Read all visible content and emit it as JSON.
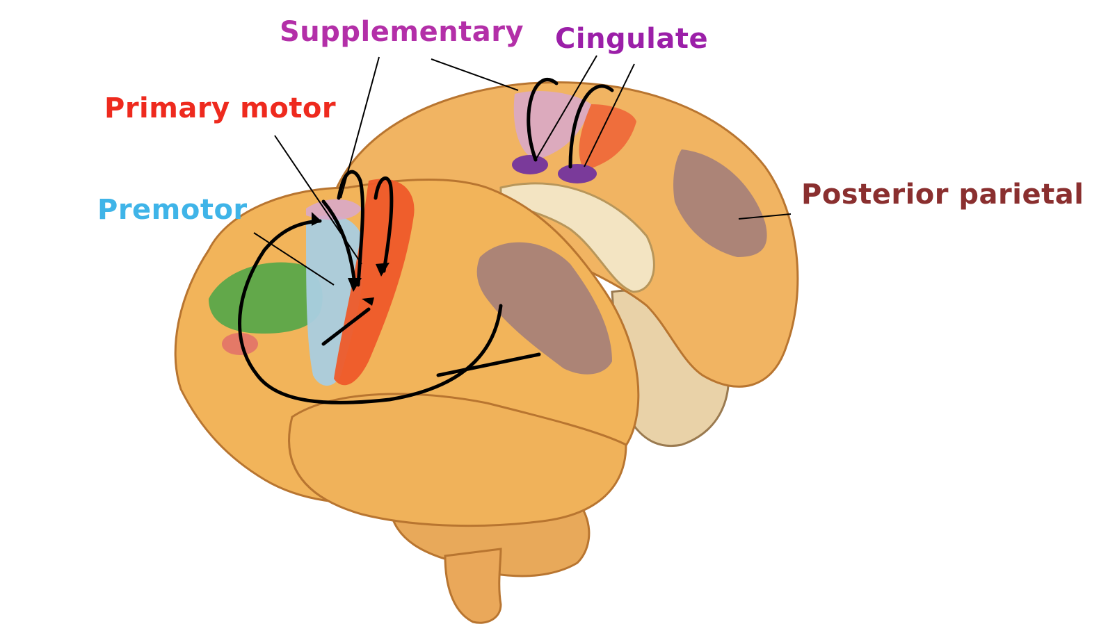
{
  "labels": {
    "supplementary": "Supplementary",
    "cingulate": "Cingulate",
    "primary_motor": "Primary motor",
    "premotor": "Premotor",
    "posterior_parietal": "Posterior parietal"
  },
  "colors": {
    "supplementary": "#b32fa8",
    "cingulate": "#9b1fa8",
    "primary_motor": "#ee2a1e",
    "premotor": "#3fb4e8",
    "posterior_parietal": "#8a2f2f",
    "brain": "#f2b45a",
    "brain_dark": "#c47a2a",
    "primary_motor_region": "#ee5a2a",
    "premotor_region": "#a9cde0",
    "prefrontal_region": "#5aa84a",
    "parietal_region": "#a88278",
    "supplementary_region": "#d9a9c8",
    "cingulate_spot": "#7a3a9a"
  }
}
